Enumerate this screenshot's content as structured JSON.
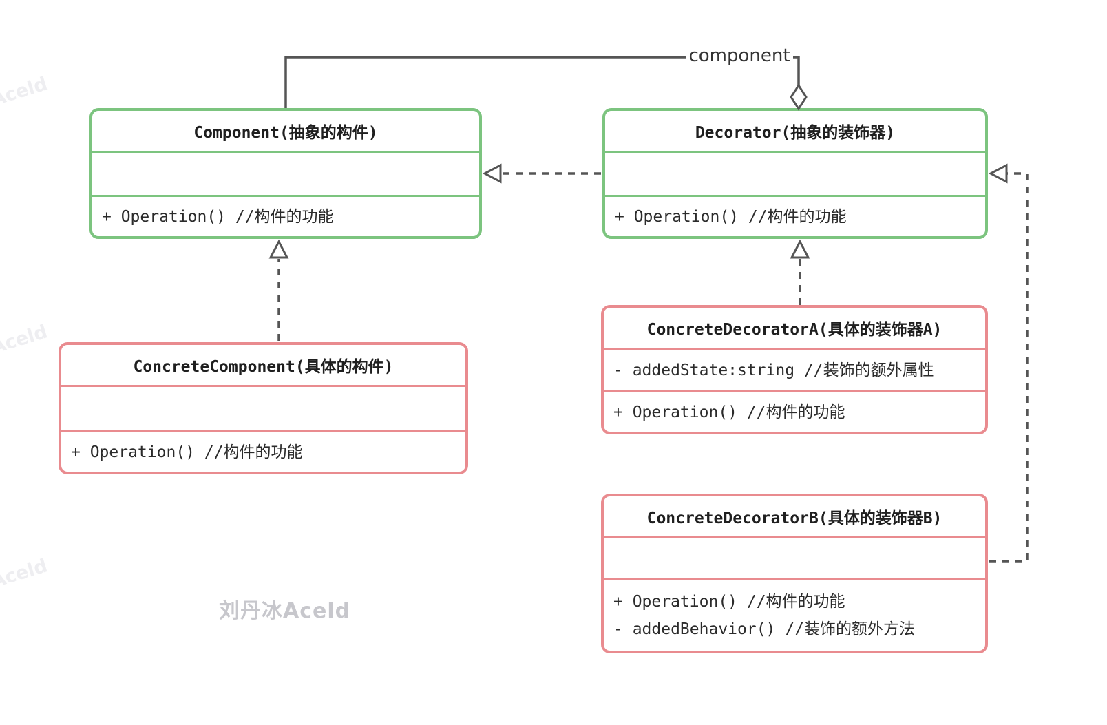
{
  "diagram": {
    "type": "uml-class-diagram",
    "pattern": "Decorator",
    "association_label": "component",
    "watermark_center": "刘丹冰Aceld",
    "watermark_corner": "Aceld",
    "colors": {
      "abstract_class_border": "#7cc47f",
      "concrete_class_border": "#e98b8f",
      "connector": "#555555",
      "text": "#2b2b2b",
      "watermark_center_color": "#c7c7cc",
      "watermark_corner_color": "#eeeef1"
    },
    "classes": {
      "component": {
        "title": "Component(抽象的构件)",
        "attributes": [],
        "methods": [
          "+ Operation() //构件的功能"
        ]
      },
      "decorator": {
        "title": "Decorator(抽象的装饰器)",
        "attributes": [],
        "methods": [
          "+ Operation() //构件的功能"
        ]
      },
      "concrete_component": {
        "title": "ConcreteComponent(具体的构件)",
        "attributes": [],
        "methods": [
          "+ Operation() //构件的功能"
        ]
      },
      "concrete_decorator_a": {
        "title": "ConcreteDecoratorA(具体的装饰器A)",
        "attributes": [
          "- addedState:string //装饰的额外属性"
        ],
        "methods": [
          "+ Operation() //构件的功能"
        ]
      },
      "concrete_decorator_b": {
        "title": "ConcreteDecoratorB(具体的装饰器B)",
        "attributes": [],
        "methods": [
          "+ Operation() //构件的功能",
          "- addedBehavior() //装饰的额外方法"
        ]
      }
    },
    "relations": [
      {
        "from": "Decorator",
        "to": "Component",
        "type": "aggregation",
        "label": "component"
      },
      {
        "from": "Decorator",
        "to": "Component",
        "type": "dashed-dependency"
      },
      {
        "from": "ConcreteComponent",
        "to": "Component",
        "type": "dashed-realization"
      },
      {
        "from": "ConcreteDecoratorA",
        "to": "Decorator",
        "type": "dashed-realization"
      },
      {
        "from": "ConcreteDecoratorB",
        "to": "Decorator",
        "type": "dashed-realization"
      }
    ]
  }
}
